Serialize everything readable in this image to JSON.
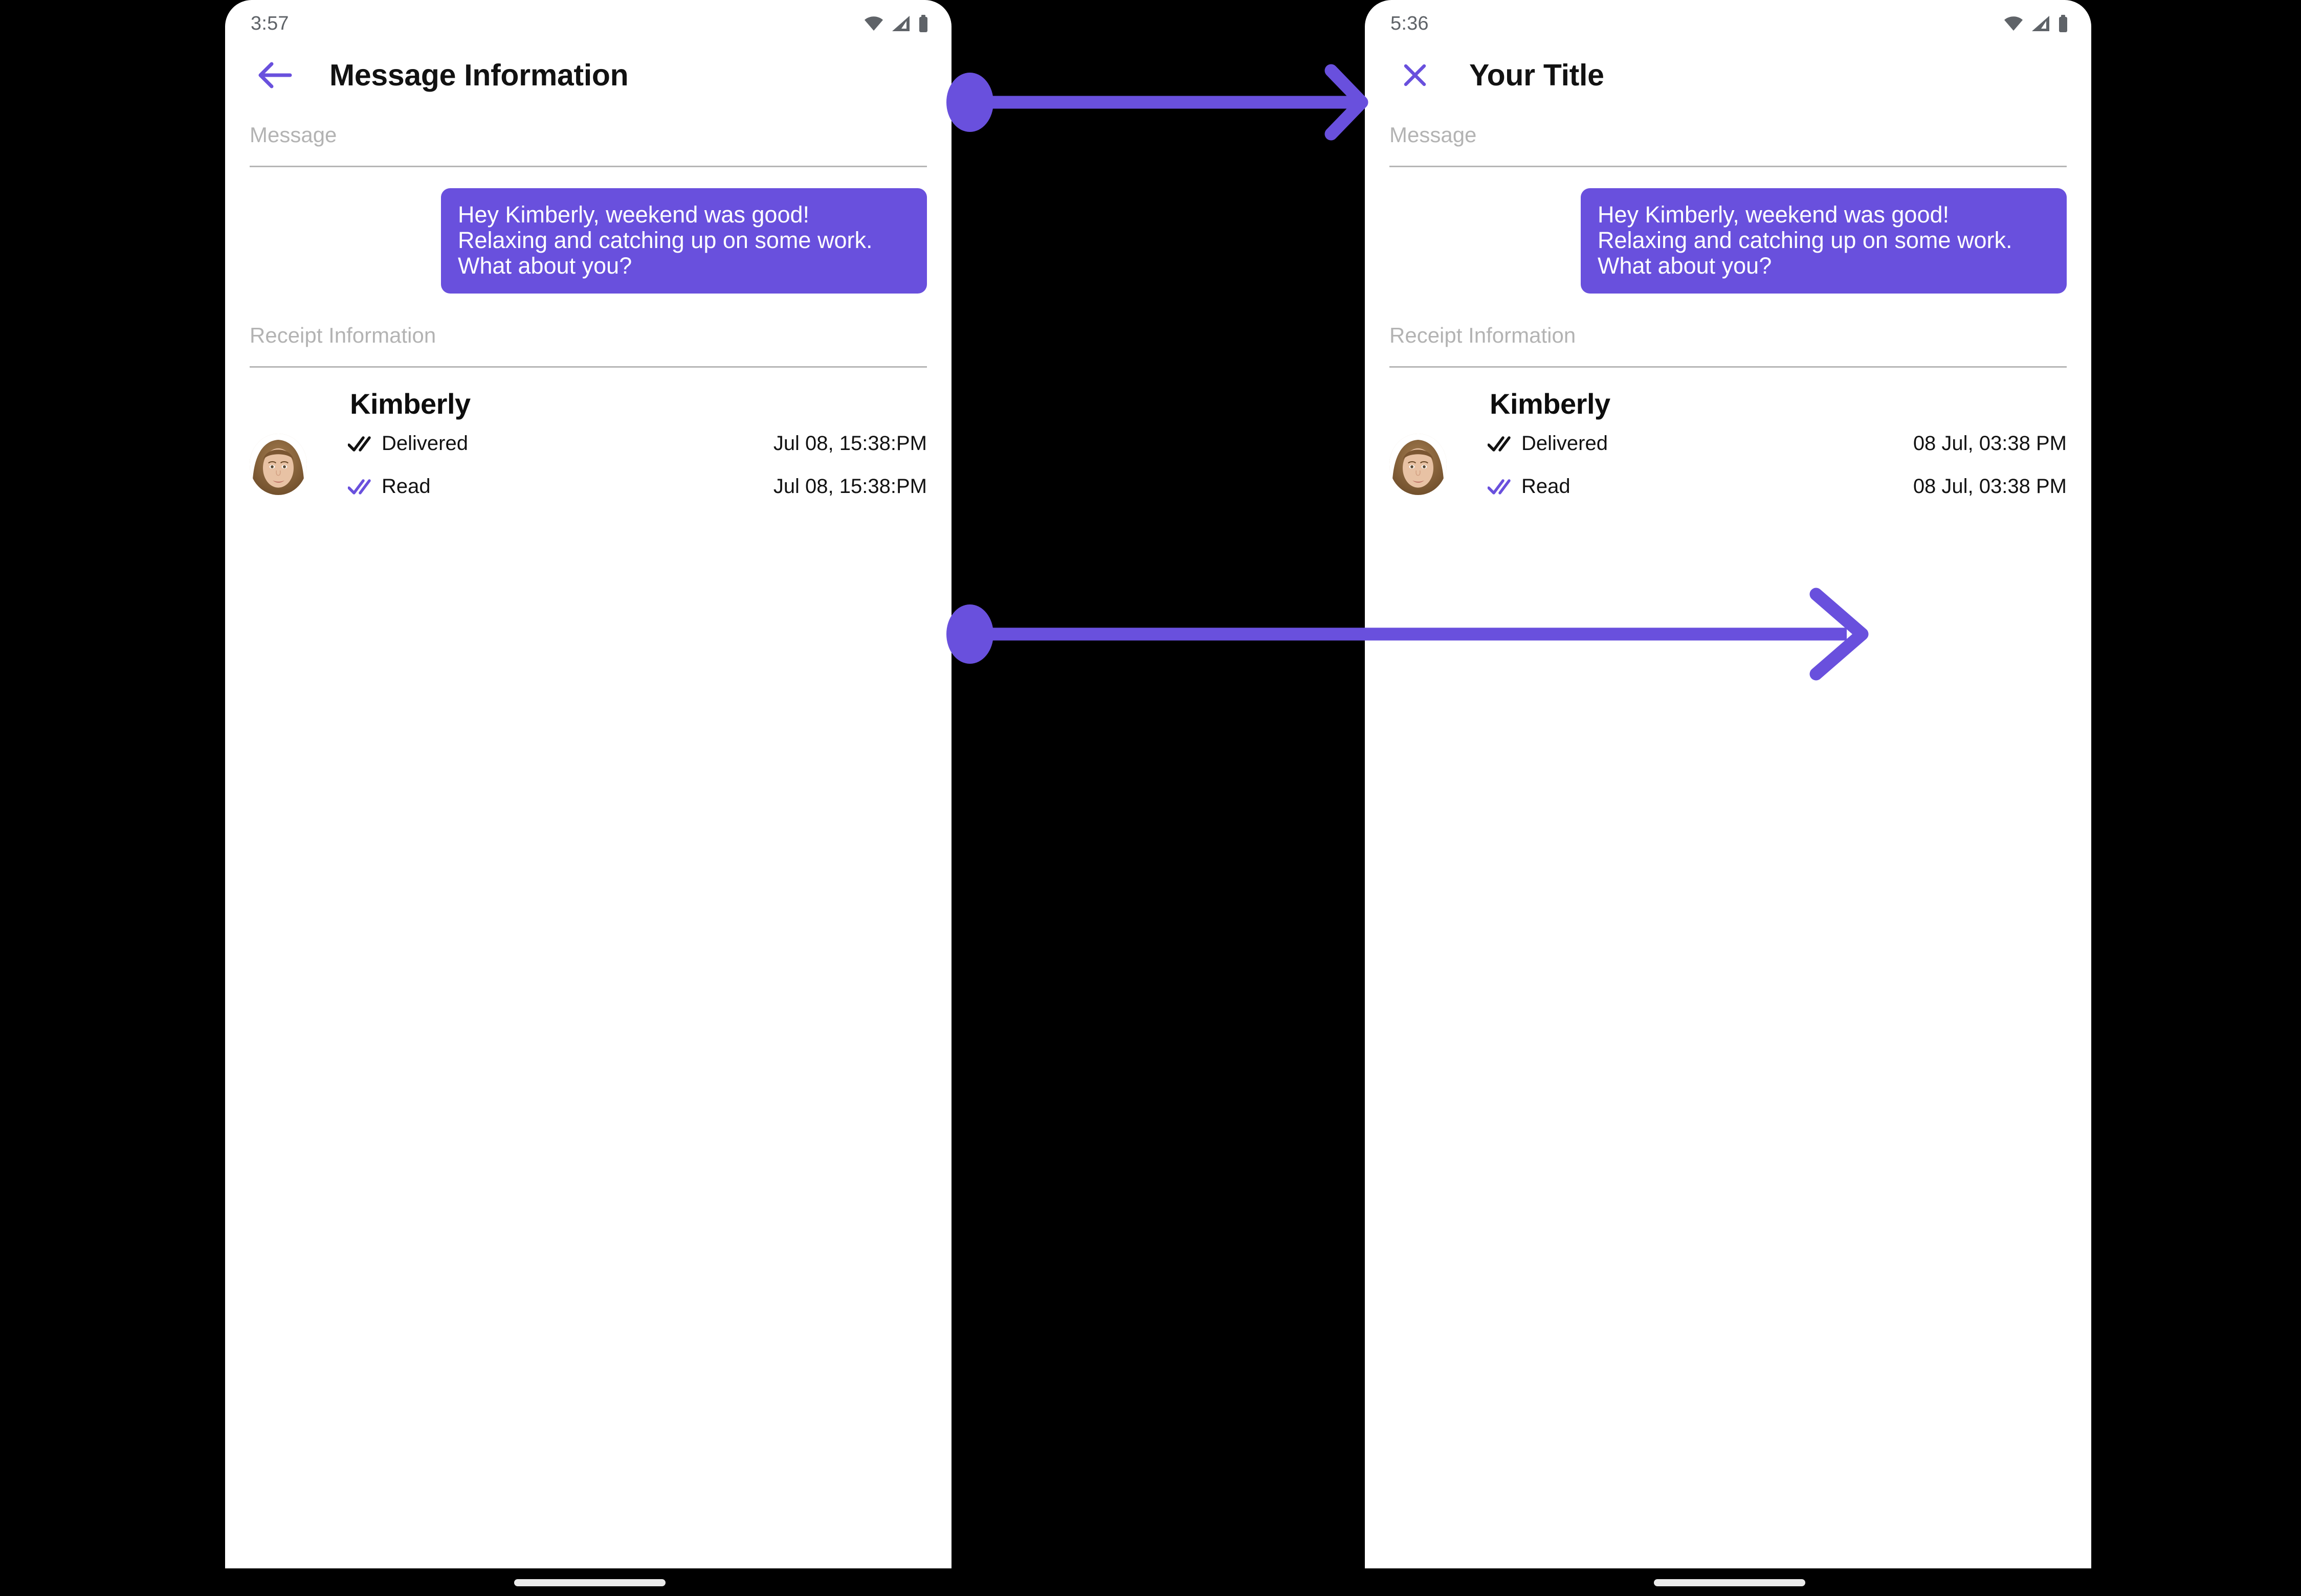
{
  "theme": {
    "accent": "#6950DD",
    "bubble_bg": "#6950DD",
    "bubble_text": "#FFFFFF",
    "label_gray": "#B3B3B3",
    "rule_gray": "#B6B6B6",
    "status_gray": "#5F6368",
    "text_black": "#121212",
    "canvas_black": "#000000",
    "gesture_bar": "#EAEAEA"
  },
  "phones": [
    {
      "id": "left",
      "status_bar": {
        "time": "3:57",
        "icons": [
          "wifi-icon",
          "cell-signal-icon",
          "battery-icon"
        ]
      },
      "app_bar": {
        "nav_icon": "back-arrow-icon",
        "title": "Message Information"
      },
      "sections": {
        "message_label": "Message",
        "receipt_label": "Receipt Information"
      },
      "message": {
        "bubble_text": "Hey Kimberly, weekend was good!  Relaxing and catching up on some work.  What about you?"
      },
      "receipt": {
        "name": "Kimberly",
        "avatar": "contact-avatar",
        "rows": [
          {
            "icon": "double-check-icon",
            "icon_color": "#121212",
            "status": "Delivered",
            "time": "Jul 08, 15:38:PM"
          },
          {
            "icon": "double-check-icon",
            "icon_color": "#6950DD",
            "status": "Read",
            "time": "Jul 08, 15:38:PM"
          }
        ]
      }
    },
    {
      "id": "right",
      "status_bar": {
        "time": "5:36",
        "icons": [
          "wifi-icon",
          "cell-signal-icon",
          "battery-icon"
        ]
      },
      "app_bar": {
        "nav_icon": "close-x-icon",
        "title": "Your Title"
      },
      "sections": {
        "message_label": "Message",
        "receipt_label": "Receipt Information"
      },
      "message": {
        "bubble_text": "Hey Kimberly, weekend was good!  Relaxing and catching up on some work.  What about you?"
      },
      "receipt": {
        "name": "Kimberly",
        "avatar": "contact-avatar",
        "rows": [
          {
            "icon": "double-check-icon",
            "icon_color": "#121212",
            "status": "Delivered",
            "time": "08 Jul, 03:38 PM"
          },
          {
            "icon": "double-check-icon",
            "icon_color": "#6950DD",
            "status": "Read",
            "time": "08 Jul, 03:38 PM"
          }
        ]
      }
    }
  ],
  "annotations": [
    {
      "id": "top-arrow",
      "type": "dot-to-arrow",
      "color": "#6950DD",
      "from": "left-app-bar-title",
      "to": "right-app-bar-nav-icon"
    },
    {
      "id": "bottom-arrow",
      "type": "dot-to-arrow",
      "color": "#6950DD",
      "from": "left-receipt-rows",
      "to": "right-receipt-times"
    }
  ]
}
